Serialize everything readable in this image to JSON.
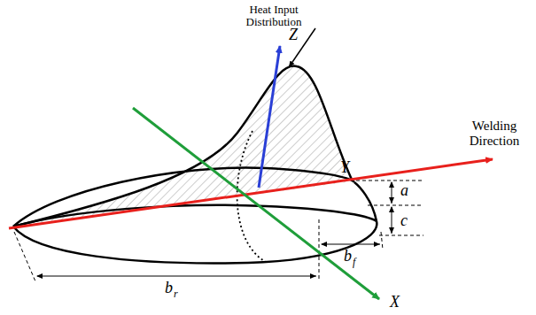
{
  "diagram": {
    "labels": [
      "Heat Input Distribution",
      "Welding Direction",
      "Z",
      "Y",
      "X",
      "a",
      "c",
      "b",
      "f",
      "b",
      "r"
    ]
  }
}
